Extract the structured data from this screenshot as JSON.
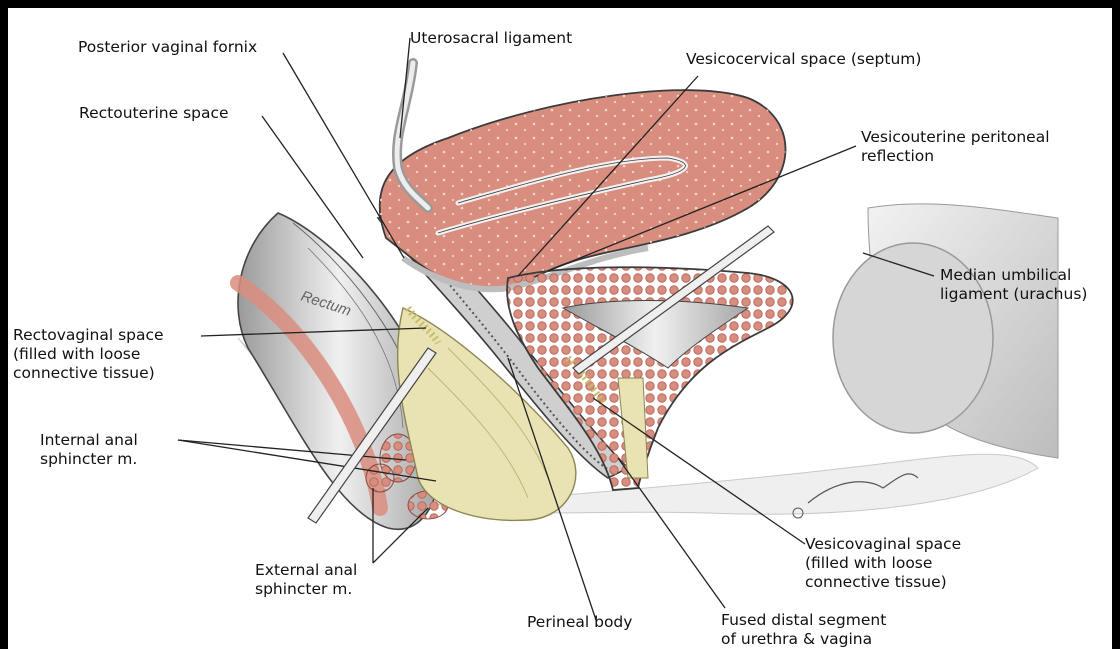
{
  "labels": {
    "posterior_vaginal_fornix": "Posterior vaginal fornix",
    "uterosacral_ligament": "Uterosacral ligament",
    "vesicocervical_space": "Vesicocervical space (septum)",
    "rectouterine_space": "Rectouterine space",
    "vesicouterine_peritoneal_reflection": "Vesicouterine peritoneal\nreflection",
    "median_umbilical_ligament": "Median umbilical\nligament (urachus)",
    "rectovaginal_space": "Rectovaginal space\n(filled with loose\nconnective tissue)",
    "internal_anal_sphincter": "Internal anal\nsphincter m.",
    "external_anal_sphincter": "External anal\nsphincter m.",
    "perineal_body": "Perineal body",
    "fused_distal_segment": "Fused distal segment\nof urethra & vagina",
    "vesicovaginal_space": "Vesicovaginal space\n(filled with loose\nconnective tissue)",
    "rectum": "Rectum"
  },
  "colors": {
    "muscle": "#d98d7e",
    "muscle_dark": "#b86a5c",
    "fascia": "#e9e3b4",
    "serosa": "#d8d8d8",
    "outline": "#3b3b3b",
    "leader": "#222222"
  }
}
